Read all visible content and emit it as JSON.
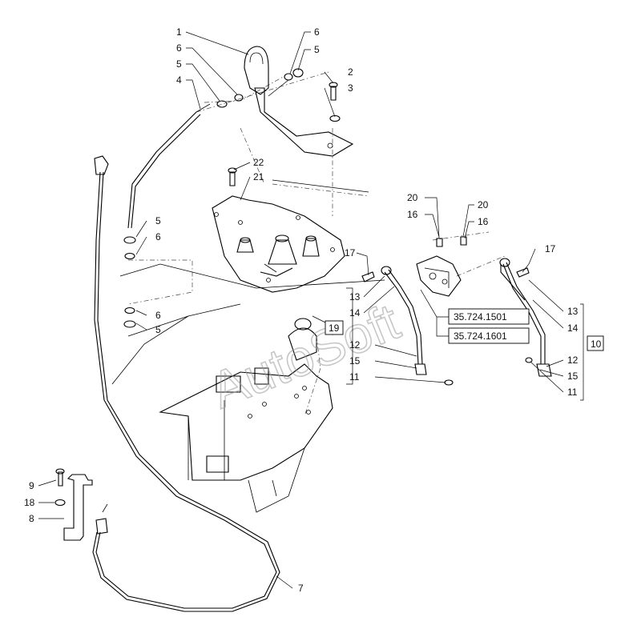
{
  "watermark": "AutoSoft",
  "refs": [
    "35.724.1501",
    "35.724.1601"
  ],
  "callouts": {
    "c1": "1",
    "c6a": "6",
    "c5a": "5",
    "c6b": "6",
    "c5b": "5",
    "c4": "4",
    "c2": "2",
    "c3": "3",
    "c22": "22",
    "c21": "21",
    "c5c": "5",
    "c6c": "6",
    "c6d": "6",
    "c5d": "5",
    "c20a": "20",
    "c16a": "16",
    "c20b": "20",
    "c16b": "16",
    "c17a": "17",
    "c17b": "17",
    "c13a": "13",
    "c14a": "14",
    "c19": "19",
    "c12a": "12",
    "c15a": "15",
    "c11a": "11",
    "c13b": "13",
    "c14b": "14",
    "c10": "10",
    "c12b": "12",
    "c15b": "15",
    "c11b": "11",
    "c9": "9",
    "c18": "18",
    "c8": "8",
    "c7": "7"
  }
}
